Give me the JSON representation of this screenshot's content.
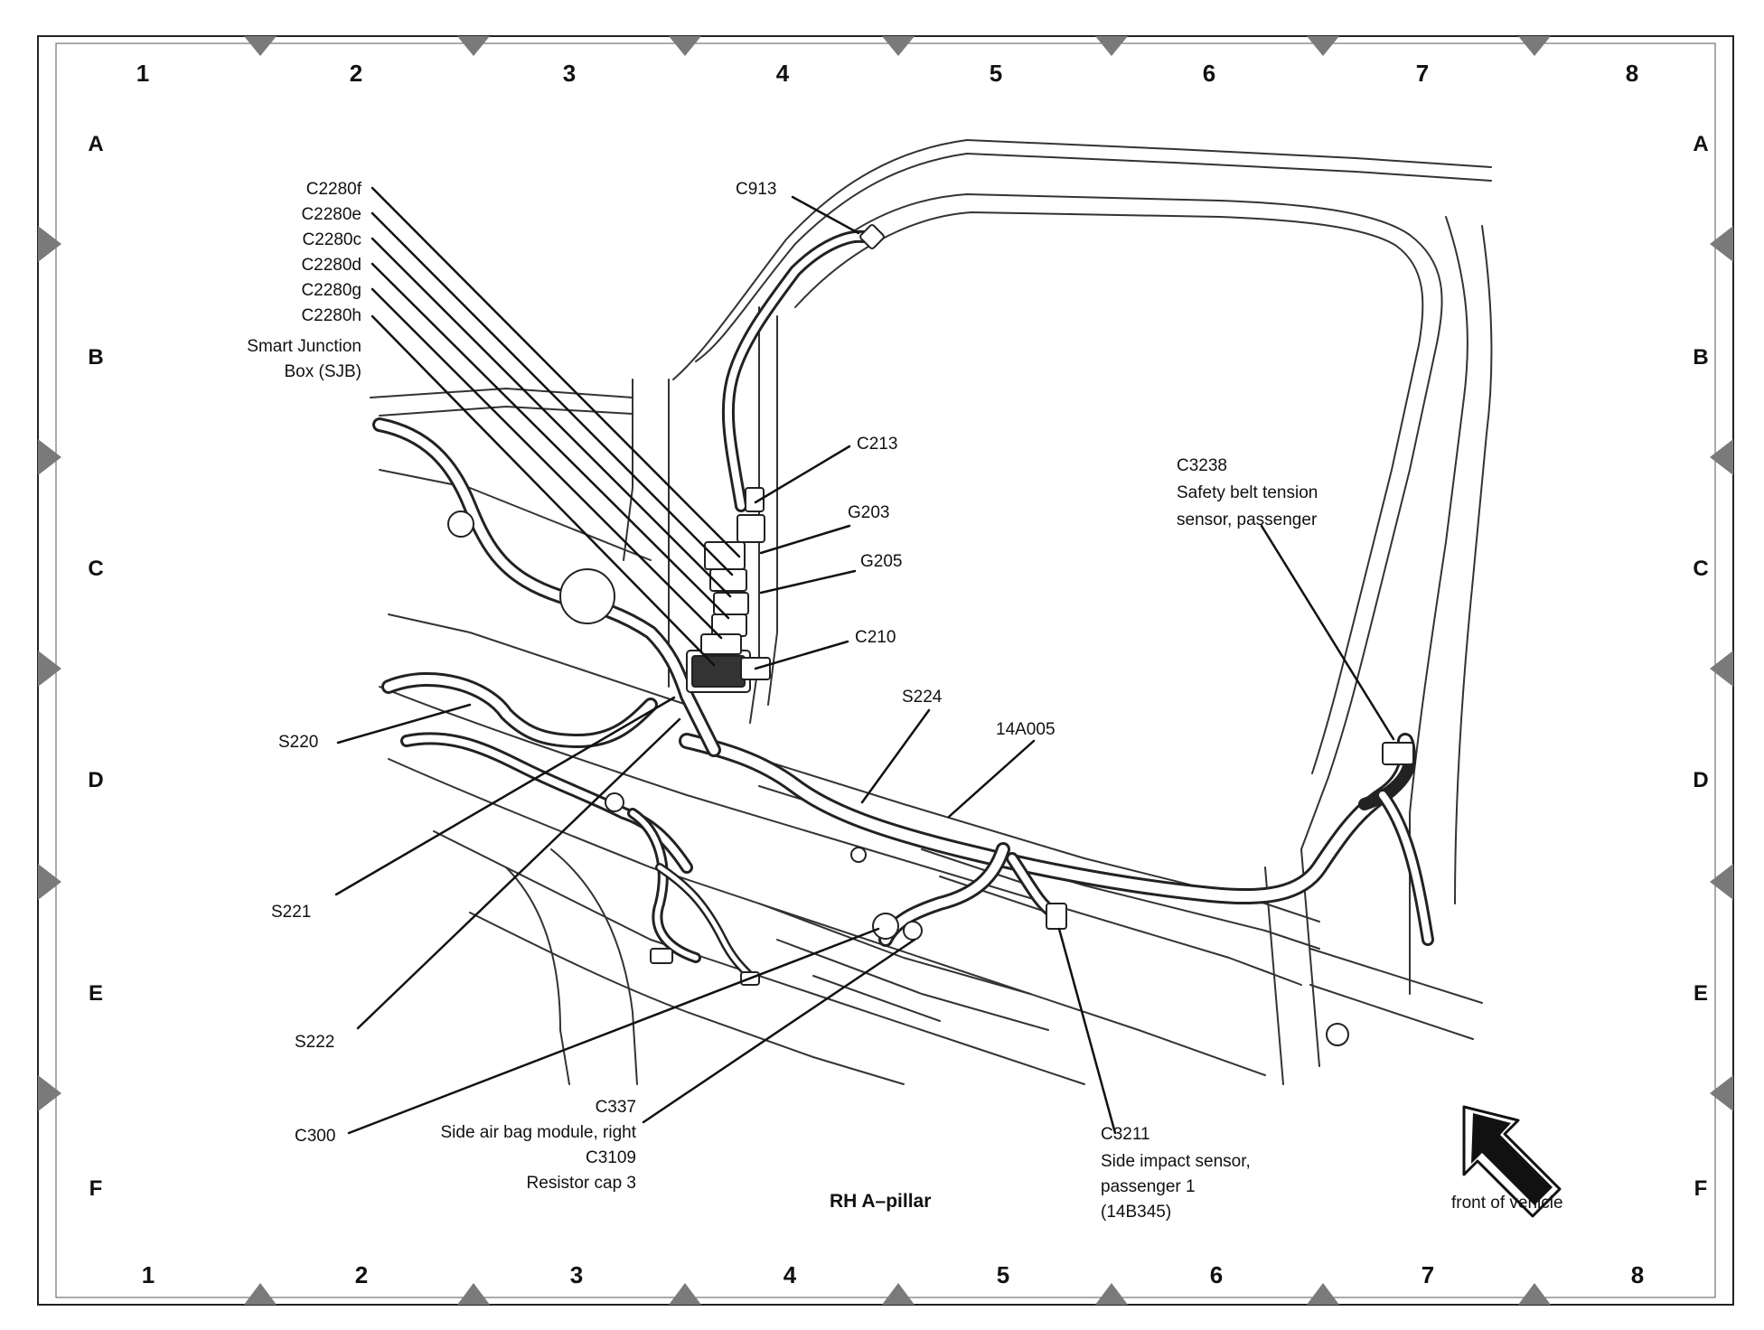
{
  "diagram": {
    "title": "RH A–pillar",
    "orientation_label": "front of vehicle",
    "grid": {
      "columns": [
        "1",
        "2",
        "3",
        "4",
        "5",
        "6",
        "7",
        "8"
      ],
      "rows": [
        "A",
        "B",
        "C",
        "D",
        "E",
        "F"
      ]
    },
    "labels": {
      "c2280f": "C2280f",
      "c2280e": "C2280e",
      "c2280c": "C2280c",
      "c2280d": "C2280d",
      "c2280g": "C2280g",
      "c2280h": "C2280h",
      "sjb_line1": "Smart Junction",
      "sjb_line2": "Box (SJB)",
      "c913": "C913",
      "c213": "C213",
      "g203": "G203",
      "g205": "G205",
      "c210": "C210",
      "s224": "S224",
      "w14a005": "14A005",
      "c3238": "C3238",
      "c3238_desc1": "Safety belt tension",
      "c3238_desc2": "sensor, passenger",
      "s220": "S220",
      "s221": "S221",
      "s222": "S222",
      "c300": "C300",
      "c337": "C337",
      "c337_desc": "Side air bag module, right",
      "c3109": "C3109",
      "c3109_desc": "Resistor cap 3",
      "c3211": "C3211",
      "c3211_desc1": "Side impact sensor,",
      "c3211_desc2": "passenger 1",
      "c3211_desc3": "(14B345)"
    }
  }
}
